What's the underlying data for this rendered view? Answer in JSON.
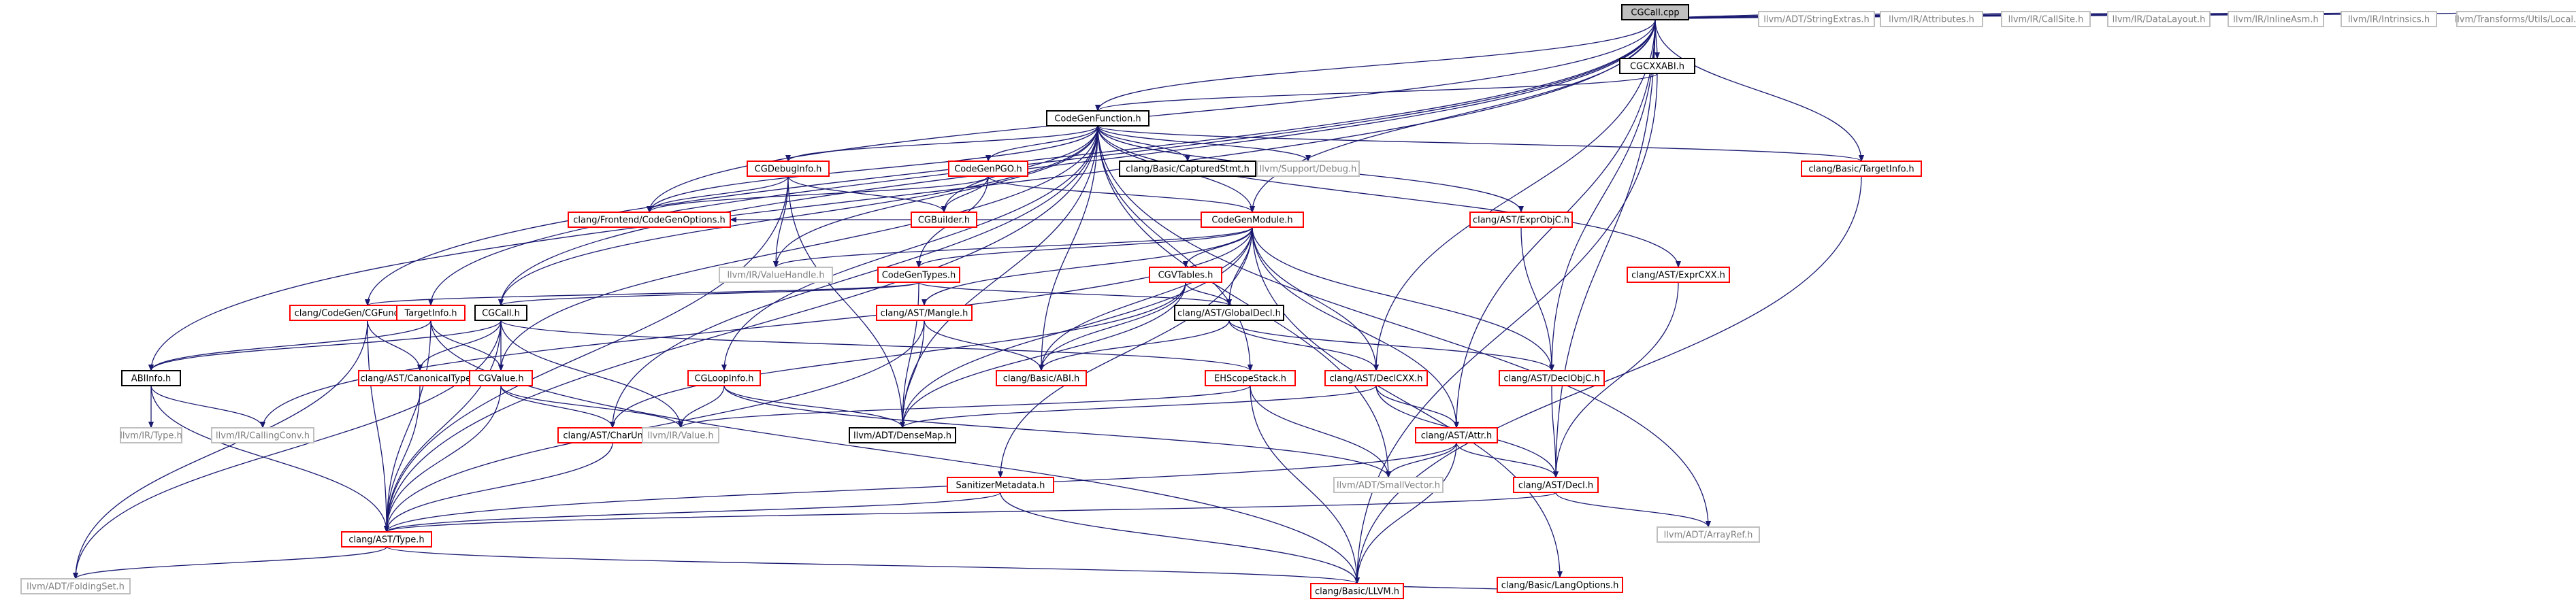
{
  "colors": {
    "root_fill": "#bfbfbf",
    "link_border": "#ff0000",
    "plain_border": "#000000",
    "external_border": "#bfbfbf",
    "external_text": "#7f7f7f",
    "edge": "#191970"
  },
  "nodes": [
    {
      "id": "cgcall_cpp",
      "label": "CGCall.cpp",
      "kind": "root"
    },
    {
      "id": "cgcxxabi_h",
      "label": "CGCXXABI.h",
      "kind": "plain"
    },
    {
      "id": "stringextras",
      "label": "llvm/ADT/StringExtras.h",
      "kind": "external"
    },
    {
      "id": "attributes",
      "label": "llvm/IR/Attributes.h",
      "kind": "external"
    },
    {
      "id": "callsite",
      "label": "llvm/IR/CallSite.h",
      "kind": "external"
    },
    {
      "id": "datalayout",
      "label": "llvm/IR/DataLayout.h",
      "kind": "external"
    },
    {
      "id": "inlineasm",
      "label": "llvm/IR/InlineAsm.h",
      "kind": "external"
    },
    {
      "id": "intrinsics",
      "label": "llvm/IR/Intrinsics.h",
      "kind": "external"
    },
    {
      "id": "transforms_local",
      "label": "llvm/Transforms/Utils/Local.h",
      "kind": "external"
    },
    {
      "id": "codegenfunction",
      "label": "CodeGenFunction.h",
      "kind": "plain"
    },
    {
      "id": "cgdebuginfo",
      "label": "CGDebugInfo.h",
      "kind": "link"
    },
    {
      "id": "codegenpgo",
      "label": "CodeGenPGO.h",
      "kind": "link"
    },
    {
      "id": "capturedstmt",
      "label": "clang/Basic/CapturedStmt.h",
      "kind": "plain"
    },
    {
      "id": "support_debug",
      "label": "llvm/Support/Debug.h",
      "kind": "external"
    },
    {
      "id": "targetinfo_basic",
      "label": "clang/Basic/TargetInfo.h",
      "kind": "link"
    },
    {
      "id": "codegenoptions",
      "label": "clang/Frontend/CodeGenOptions.h",
      "kind": "link"
    },
    {
      "id": "cgbuilder",
      "label": "CGBuilder.h",
      "kind": "link"
    },
    {
      "id": "codegenmodule",
      "label": "CodeGenModule.h",
      "kind": "link"
    },
    {
      "id": "exprobjc",
      "label": "clang/AST/ExprObjC.h",
      "kind": "link"
    },
    {
      "id": "exprcxx",
      "label": "clang/AST/ExprCXX.h",
      "kind": "link"
    },
    {
      "id": "valuehandle",
      "label": "llvm/IR/ValueHandle.h",
      "kind": "external"
    },
    {
      "id": "codegentypes",
      "label": "CodeGenTypes.h",
      "kind": "link"
    },
    {
      "id": "cgvtables",
      "label": "CGVTables.h",
      "kind": "link"
    },
    {
      "id": "cgfunctioninfo",
      "label": "clang/CodeGen/CGFunctionInfo.h",
      "kind": "link"
    },
    {
      "id": "targetinfo_cg",
      "label": "TargetInfo.h",
      "kind": "link"
    },
    {
      "id": "cgcall_h",
      "label": "CGCall.h",
      "kind": "plain"
    },
    {
      "id": "mangle",
      "label": "clang/AST/Mangle.h",
      "kind": "link"
    },
    {
      "id": "globaldecl",
      "label": "clang/AST/GlobalDecl.h",
      "kind": "plain"
    },
    {
      "id": "abiinfo",
      "label": "ABIInfo.h",
      "kind": "plain"
    },
    {
      "id": "canonicaltype",
      "label": "clang/AST/CanonicalType.h",
      "kind": "link"
    },
    {
      "id": "cgvalue",
      "label": "CGValue.h",
      "kind": "link"
    },
    {
      "id": "cgloopinfo",
      "label": "CGLoopInfo.h",
      "kind": "link"
    },
    {
      "id": "abi_h",
      "label": "clang/Basic/ABI.h",
      "kind": "link"
    },
    {
      "id": "ehscopestack",
      "label": "EHScopeStack.h",
      "kind": "link"
    },
    {
      "id": "declcxx",
      "label": "clang/AST/DeclCXX.h",
      "kind": "link"
    },
    {
      "id": "declobjc",
      "label": "clang/AST/DeclObjC.h",
      "kind": "link"
    },
    {
      "id": "ir_type",
      "label": "llvm/IR/Type.h",
      "kind": "external"
    },
    {
      "id": "callingconv",
      "label": "llvm/IR/CallingConv.h",
      "kind": "external"
    },
    {
      "id": "charunits",
      "label": "clang/AST/CharUnits.h",
      "kind": "link"
    },
    {
      "id": "ir_value",
      "label": "llvm/IR/Value.h",
      "kind": "external"
    },
    {
      "id": "densemap",
      "label": "llvm/ADT/DenseMap.h",
      "kind": "plain"
    },
    {
      "id": "attr",
      "label": "clang/AST/Attr.h",
      "kind": "link"
    },
    {
      "id": "smallvector",
      "label": "llvm/ADT/SmallVector.h",
      "kind": "external"
    },
    {
      "id": "sanitizermetadata",
      "label": "SanitizerMetadata.h",
      "kind": "link"
    },
    {
      "id": "decl",
      "label": "clang/AST/Decl.h",
      "kind": "link"
    },
    {
      "id": "arrayref",
      "label": "llvm/ADT/ArrayRef.h",
      "kind": "external"
    },
    {
      "id": "langoptions",
      "label": "clang/Basic/LangOptions.h",
      "kind": "link"
    },
    {
      "id": "ast_type",
      "label": "clang/AST/Type.h",
      "kind": "link"
    },
    {
      "id": "foldingset",
      "label": "llvm/ADT/FoldingSet.h",
      "kind": "external"
    },
    {
      "id": "llvm_h",
      "label": "clang/Basic/LLVM.h",
      "kind": "link"
    }
  ],
  "edges": [
    [
      "cgcall_cpp",
      "cgcxxabi_h"
    ],
    [
      "cgcall_cpp",
      "stringextras"
    ],
    [
      "cgcall_cpp",
      "attributes"
    ],
    [
      "cgcall_cpp",
      "callsite"
    ],
    [
      "cgcall_cpp",
      "datalayout"
    ],
    [
      "cgcall_cpp",
      "inlineasm"
    ],
    [
      "cgcall_cpp",
      "intrinsics"
    ],
    [
      "cgcall_cpp",
      "transforms_local"
    ],
    [
      "cgcall_cpp",
      "codegenfunction"
    ],
    [
      "cgcall_cpp",
      "abiinfo"
    ],
    [
      "cgcall_cpp",
      "cgfunctioninfo"
    ],
    [
      "cgcall_cpp",
      "targetinfo_cg"
    ],
    [
      "cgcall_cpp",
      "cgcall_h"
    ],
    [
      "cgcall_cpp",
      "codegenoptions"
    ],
    [
      "cgcall_cpp",
      "codegenmodule"
    ],
    [
      "cgcall_cpp",
      "declcxx"
    ],
    [
      "cgcall_cpp",
      "declobjc"
    ],
    [
      "cgcall_cpp",
      "decl"
    ],
    [
      "cgcall_cpp",
      "targetinfo_basic"
    ],
    [
      "cgcall_cpp",
      "attr"
    ],
    [
      "cgcxxabi_h",
      "codegenfunction"
    ],
    [
      "cgcxxabi_h",
      "llvm_h"
    ],
    [
      "codegenfunction",
      "cgdebuginfo"
    ],
    [
      "codegenfunction",
      "codegenpgo"
    ],
    [
      "codegenfunction",
      "capturedstmt"
    ],
    [
      "codegenfunction",
      "support_debug"
    ],
    [
      "codegenfunction",
      "targetinfo_basic"
    ],
    [
      "codegenfunction",
      "codegenoptions"
    ],
    [
      "codegenfunction",
      "cgbuilder"
    ],
    [
      "codegenfunction",
      "codegenmodule"
    ],
    [
      "codegenfunction",
      "exprobjc"
    ],
    [
      "codegenfunction",
      "exprcxx"
    ],
    [
      "codegenfunction",
      "valuehandle"
    ],
    [
      "codegenfunction",
      "cgcall_h"
    ],
    [
      "codegenfunction",
      "cgvalue"
    ],
    [
      "codegenfunction",
      "cgloopinfo"
    ],
    [
      "codegenfunction",
      "abi_h"
    ],
    [
      "codegenfunction",
      "ehscopestack"
    ],
    [
      "codegenfunction",
      "charunits"
    ],
    [
      "codegenfunction",
      "densemap"
    ],
    [
      "codegenfunction",
      "smallvector"
    ],
    [
      "codegenfunction",
      "arrayref"
    ],
    [
      "codegenfunction",
      "ast_type"
    ],
    [
      "cgdebuginfo",
      "codegenoptions"
    ],
    [
      "cgdebuginfo",
      "cgbuilder"
    ],
    [
      "cgdebuginfo",
      "valuehandle"
    ],
    [
      "cgdebuginfo",
      "densemap"
    ],
    [
      "cgdebuginfo",
      "ast_type"
    ],
    [
      "codegenpgo",
      "codegenoptions"
    ],
    [
      "codegenpgo",
      "cgbuilder"
    ],
    [
      "codegenpgo",
      "codegenmodule"
    ],
    [
      "codegenpgo",
      "codegentypes"
    ],
    [
      "targetinfo_basic",
      "llvm_h"
    ],
    [
      "codegenmodule",
      "codegentypes"
    ],
    [
      "codegenmodule",
      "cgvtables"
    ],
    [
      "codegenmodule",
      "mangle"
    ],
    [
      "codegenmodule",
      "globaldecl"
    ],
    [
      "codegenmodule",
      "abi_h"
    ],
    [
      "codegenmodule",
      "declcxx"
    ],
    [
      "codegenmodule",
      "declobjc"
    ],
    [
      "codegenmodule",
      "densemap"
    ],
    [
      "codegenmodule",
      "valuehandle"
    ],
    [
      "codegenmodule",
      "attr"
    ],
    [
      "codegenmodule",
      "sanitizermetadata"
    ],
    [
      "codegenmodule",
      "langoptions"
    ],
    [
      "codegenmodule",
      "callingconv"
    ],
    [
      "codegenmodule",
      "codegenoptions"
    ],
    [
      "exprobjc",
      "declobjc"
    ],
    [
      "exprcxx",
      "decl"
    ],
    [
      "codegentypes",
      "cgcall_h"
    ],
    [
      "codegentypes",
      "globaldecl"
    ],
    [
      "codegentypes",
      "densemap"
    ],
    [
      "codegentypes",
      "cgfunctioninfo"
    ],
    [
      "cgvtables",
      "globaldecl"
    ],
    [
      "cgvtables",
      "abi_h"
    ],
    [
      "cgvtables",
      "densemap"
    ],
    [
      "cgvtables",
      "charunits"
    ],
    [
      "cgfunctioninfo",
      "canonicaltype"
    ],
    [
      "cgfunctioninfo",
      "ast_type"
    ],
    [
      "cgfunctioninfo",
      "foldingset"
    ],
    [
      "targetinfo_cg",
      "cgvalue"
    ],
    [
      "targetinfo_cg",
      "ast_type"
    ],
    [
      "targetinfo_cg",
      "llvm_h"
    ],
    [
      "targetinfo_cg",
      "abiinfo"
    ],
    [
      "cgcall_h",
      "cgvalue"
    ],
    [
      "cgcall_h",
      "canonicaltype"
    ],
    [
      "cgcall_h",
      "ehscopestack"
    ],
    [
      "cgcall_h",
      "ir_value"
    ],
    [
      "cgcall_h",
      "ast_type"
    ],
    [
      "cgcall_h",
      "foldingset"
    ],
    [
      "cgcall_h",
      "abiinfo"
    ],
    [
      "mangle",
      "abi_h"
    ],
    [
      "mangle",
      "densemap"
    ],
    [
      "mangle",
      "ast_type"
    ],
    [
      "globaldecl",
      "abi_h"
    ],
    [
      "globaldecl",
      "declcxx"
    ],
    [
      "globaldecl",
      "declobjc"
    ],
    [
      "abiinfo",
      "ir_type"
    ],
    [
      "abiinfo",
      "callingconv"
    ],
    [
      "abiinfo",
      "ast_type"
    ],
    [
      "canonicaltype",
      "ast_type"
    ],
    [
      "cgvalue",
      "charunits"
    ],
    [
      "cgvalue",
      "ir_value"
    ],
    [
      "cgvalue",
      "ast_type"
    ],
    [
      "cgloopinfo",
      "ir_value"
    ],
    [
      "cgloopinfo",
      "densemap"
    ],
    [
      "cgloopinfo",
      "smallvector"
    ],
    [
      "ehscopestack",
      "ir_value"
    ],
    [
      "ehscopestack",
      "smallvector"
    ],
    [
      "ehscopestack",
      "llvm_h"
    ],
    [
      "declcxx",
      "attr"
    ],
    [
      "declcxx",
      "decl"
    ],
    [
      "declcxx",
      "densemap"
    ],
    [
      "declobjc",
      "decl"
    ],
    [
      "attr",
      "decl"
    ],
    [
      "attr",
      "smallvector"
    ],
    [
      "attr",
      "llvm_h"
    ],
    [
      "attr",
      "ast_type"
    ],
    [
      "sanitizermetadata",
      "ast_type"
    ],
    [
      "sanitizermetadata",
      "llvm_h"
    ],
    [
      "decl",
      "ast_type"
    ],
    [
      "decl",
      "arrayref"
    ],
    [
      "langoptions",
      "llvm_h"
    ],
    [
      "ast_type",
      "foldingset"
    ],
    [
      "ast_type",
      "llvm_h"
    ],
    [
      "charunits",
      "ast_type"
    ]
  ]
}
